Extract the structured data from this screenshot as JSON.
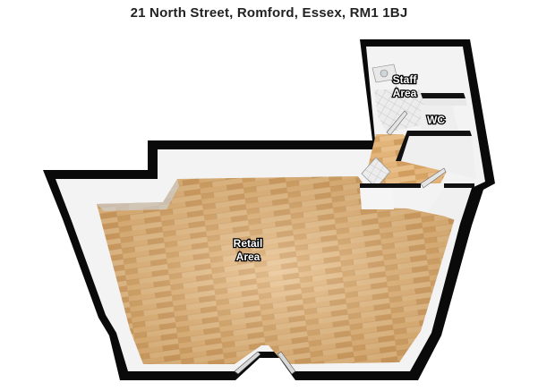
{
  "title": "21 North Street, Romford, Essex, RM1 1BJ",
  "rooms": {
    "retail": [
      "Retail",
      "Area"
    ],
    "staff": [
      "Staff",
      "Area"
    ],
    "wc": [
      "WC"
    ]
  },
  "colors": {
    "wall": "#0a0a0a",
    "wall_inner": "#f2f2f2",
    "floor": "#d9a86a",
    "tile": "#e6e6e6"
  }
}
